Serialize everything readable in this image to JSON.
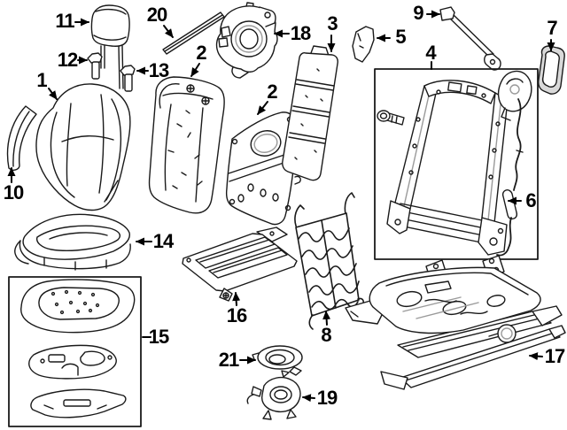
{
  "diagram": {
    "background": "#ffffff",
    "line_color": "#1a1a1a",
    "shade_color": "#9a9a9a",
    "callouts": [
      {
        "label": "1"
      },
      {
        "label": "2"
      },
      {
        "label": "2"
      },
      {
        "label": "3"
      },
      {
        "label": "4"
      },
      {
        "label": "5"
      },
      {
        "label": "6"
      },
      {
        "label": "7"
      },
      {
        "label": "8"
      },
      {
        "label": "9"
      },
      {
        "label": "10"
      },
      {
        "label": "11"
      },
      {
        "label": "12"
      },
      {
        "label": "13"
      },
      {
        "label": "14"
      },
      {
        "label": "15"
      },
      {
        "label": "16"
      },
      {
        "label": "17"
      },
      {
        "label": "18"
      },
      {
        "label": "19"
      },
      {
        "label": "20"
      },
      {
        "label": "21"
      }
    ]
  }
}
